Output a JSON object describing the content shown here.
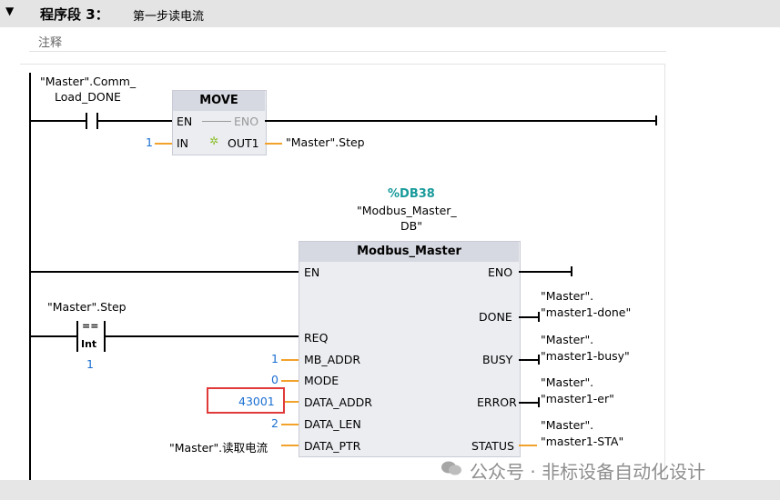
{
  "segment": {
    "label": "程序段 3：",
    "title": "第一步读电流",
    "comment": "注释"
  },
  "contact1": {
    "operand_line1": "\"Master\".Comm_",
    "operand_line2": "Load_DONE"
  },
  "move": {
    "name": "MOVE",
    "en": "EN",
    "eno": "ENO",
    "in": "IN",
    "out": "OUT1",
    "in_value": "1",
    "out_value": "\"Master\".Step"
  },
  "db": {
    "number": "%DB38",
    "name_line1": "\"Modbus_Master_",
    "name_line2": "DB\""
  },
  "modbus": {
    "name": "Modbus_Master",
    "inputs": [
      "EN",
      "REQ",
      "MB_ADDR",
      "MODE",
      "DATA_ADDR",
      "DATA_LEN",
      "DATA_PTR"
    ],
    "outputs": [
      "ENO",
      "DONE",
      "BUSY",
      "ERROR",
      "STATUS"
    ],
    "mb_addr": "1",
    "mode": "0",
    "data_addr": "43001",
    "data_len": "2",
    "data_ptr": "\"Master\".读取电流",
    "done_line1": "\"Master\".",
    "done_line2": "\"master1-done\"",
    "busy_line1": "\"Master\".",
    "busy_line2": "\"master1-busy\"",
    "error_line1": "\"Master\".",
    "error_line2": "\"master1-er\"",
    "status_line1": "\"Master\".",
    "status_line2": "\"master1-STA\""
  },
  "compare": {
    "operand": "\"Master\".Step",
    "op": "==",
    "type": "Int",
    "value": "1"
  },
  "watermark": "公众号 · 非标设备自动化设计",
  "colors": {
    "highlight": "#e03a3a",
    "teal": "#199a9a",
    "blue": "#1a6fd1",
    "orange": "#f2a12a"
  }
}
